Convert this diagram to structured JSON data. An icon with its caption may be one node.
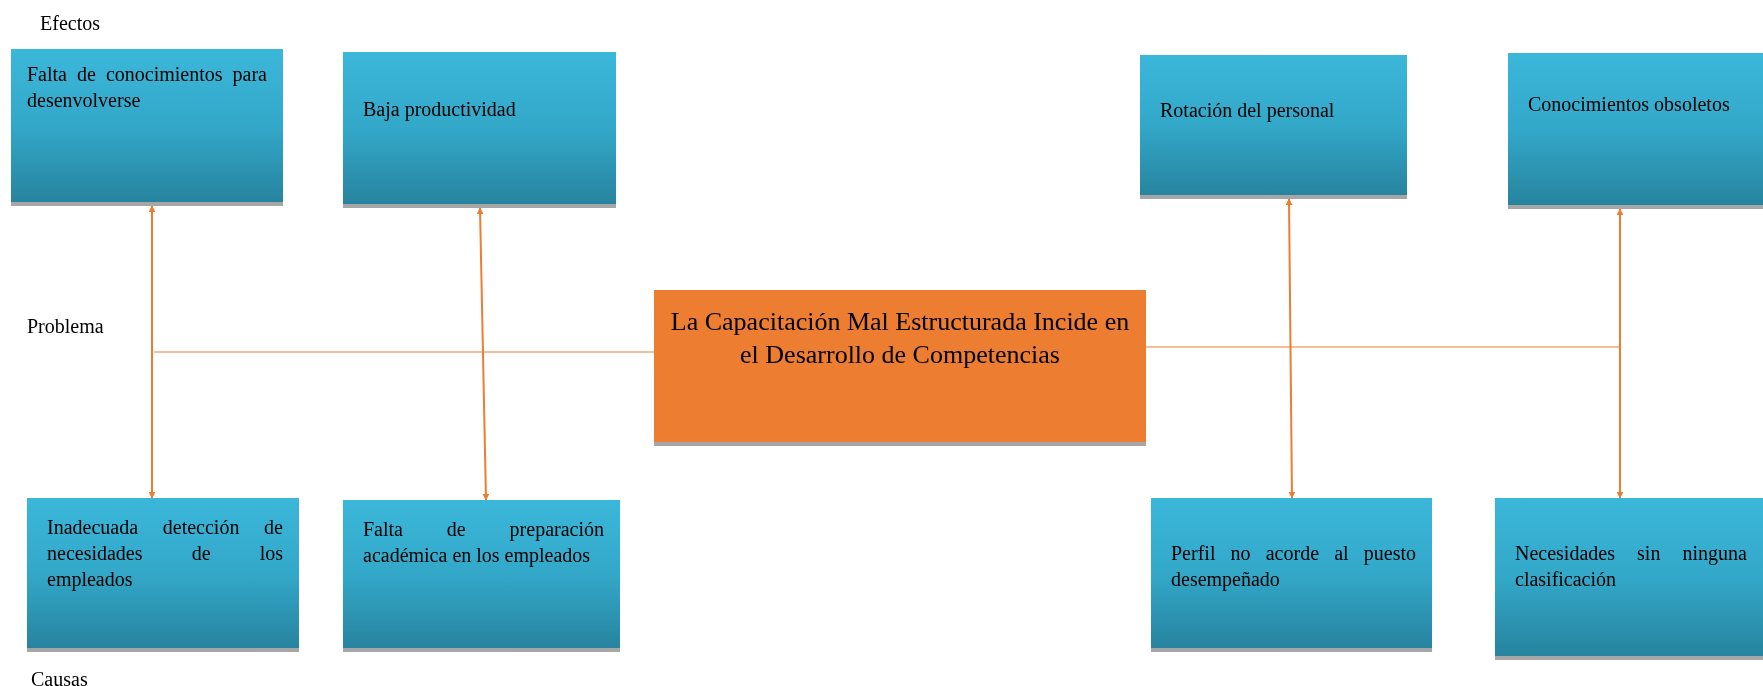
{
  "diagram": {
    "nodes": [
      {
        "text": [
          "Falta de conocimientos para desenvolverse"
        ]
      },
      {
        "text": [
          "Baja productividad"
        ]
      },
      {
        "text": [
          "Rotación del personal"
        ]
      },
      {
        "text": [
          "Conocimientos obsoletos"
        ]
      },
      {
        "text": [
          "La Capacitación Mal Estructurada Incide en el Desarrollo de Competencias"
        ]
      },
      {
        "text": [
          "Inadecuada detección de necesidades de los empleados"
        ]
      },
      {
        "text": [
          "Falta de preparación académica en los empleados"
        ]
      },
      {
        "text": [
          "Perfil no acorde al puesto desempeñado"
        ]
      },
      {
        "text": [
          "Necesidades sin ninguna clasificación"
        ]
      }
    ],
    "edges": [
      {
        "from": 0,
        "to": 5,
        "arrow": "both"
      },
      {
        "from": 1,
        "to": 6,
        "arrow": "both"
      },
      {
        "from": 2,
        "to": 7,
        "arrow": "both"
      },
      {
        "from": 3,
        "to": 8,
        "arrow": "both"
      },
      {
        "from": 4,
        "to": null,
        "arrow": "none"
      },
      {
        "from": 4,
        "to": null,
        "arrow": "none"
      }
    ],
    "labels": [
      "Efectos",
      "Problema",
      "Causas"
    ]
  }
}
